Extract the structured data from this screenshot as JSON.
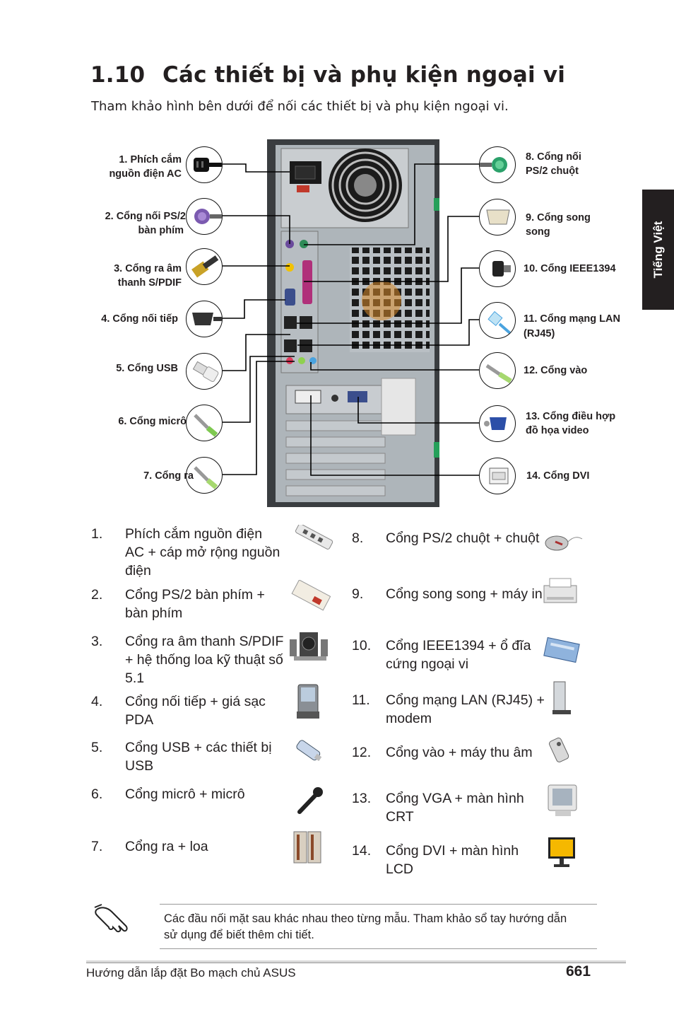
{
  "section": {
    "number": "1.10",
    "title": "Các thiết bị và phụ kiện ngoại vi"
  },
  "intro": "Tham khảo hình bên dưới để nối các thiết bị và phụ kiện ngoại vi.",
  "side_tab": "Tiếng Việt",
  "diagram_labels": {
    "left": [
      "1. Phích cắm",
      "nguồn điện AC",
      "2. Cổng nối PS/2",
      "bàn phím",
      "3. Cổng ra âm",
      "thanh S/PDIF",
      "4. Cổng nối tiếp",
      "5. Cổng USB",
      "6. Cổng micrô",
      "7. Cổng ra"
    ],
    "right": [
      "8. Cổng nối",
      "PS/2 chuột",
      "9. Cổng song",
      "song",
      "10. Cổng IEEE1394",
      "11. Cổng mạng LAN",
      "(RJ45)",
      "12. Cổng vào",
      "13. Cổng điều hợp",
      "đồ họa video",
      "14. Cổng DVI"
    ]
  },
  "device_list": {
    "left": [
      {
        "num": "1.",
        "lines": [
          "Phích cắm nguồn điện",
          "AC + cáp mở rộng nguồn",
          "điện"
        ]
      },
      {
        "num": "2.",
        "lines": [
          "Cổng PS/2 bàn phím +",
          "bàn phím"
        ]
      },
      {
        "num": "3.",
        "lines": [
          "Cổng ra âm thanh S/PDIF",
          "+ hệ thống loa kỹ thuật số",
          "5.1"
        ]
      },
      {
        "num": "4.",
        "lines": [
          "Cổng nối tiếp + giá sạc",
          "PDA"
        ]
      },
      {
        "num": "5.",
        "lines": [
          "Cổng USB + các thiết bị",
          "USB"
        ]
      },
      {
        "num": "6.",
        "lines": [
          "Cổng micrô + micrô"
        ]
      },
      {
        "num": "7.",
        "lines": [
          "Cổng ra + loa"
        ]
      }
    ],
    "right": [
      {
        "num": "8.",
        "lines": [
          "Cổng PS/2 chuột + chuột"
        ]
      },
      {
        "num": "9.",
        "lines": [
          "Cổng song song + máy in"
        ]
      },
      {
        "num": "10.",
        "lines": [
          "Cổng IEEE1394 + ổ đĩa",
          "cứng ngoại vi"
        ]
      },
      {
        "num": "11.",
        "lines": [
          "Cổng mạng LAN (RJ45) +",
          "modem"
        ]
      },
      {
        "num": "12.",
        "lines": [
          "Cổng vào + máy thu âm"
        ]
      },
      {
        "num": "13.",
        "lines": [
          "Cổng VGA + màn hình",
          "CRT"
        ]
      },
      {
        "num": "14.",
        "lines": [
          "Cổng DVI + màn hình",
          "LCD"
        ]
      }
    ]
  },
  "note": {
    "lines": [
      "Các đầu nối mặt sau khác nhau theo từng mẫu. Tham khảo sổ tay hướng dẫn",
      "sử dụng để biết thêm chi tiết."
    ]
  },
  "footer": {
    "left": "Hướng dẫn lắp đặt Bo mạch chủ ASUS",
    "page": "661"
  },
  "icons": {
    "connectors": [
      "power-plug-icon",
      "ps2-keyboard-plug-icon",
      "spdif-plug-icon",
      "serial-plug-icon",
      "usb-plug-icon",
      "mic-jack-icon",
      "line-out-jack-icon",
      "ps2-mouse-plug-icon",
      "parallel-plug-icon",
      "ieee1394-plug-icon",
      "rj45-plug-icon",
      "line-in-jack-icon",
      "vga-plug-icon",
      "dvi-plug-icon"
    ],
    "devices": [
      "power-strip-icon",
      "keyboard-icon",
      "speaker-system-icon",
      "pda-cradle-icon",
      "usb-drive-icon",
      "microphone-icon",
      "speakers-icon",
      "mouse-icon",
      "printer-icon",
      "external-hdd-icon",
      "modem-icon",
      "voice-recorder-icon",
      "crt-monitor-icon",
      "lcd-monitor-icon"
    ],
    "note": "hand-pointer-icon"
  }
}
